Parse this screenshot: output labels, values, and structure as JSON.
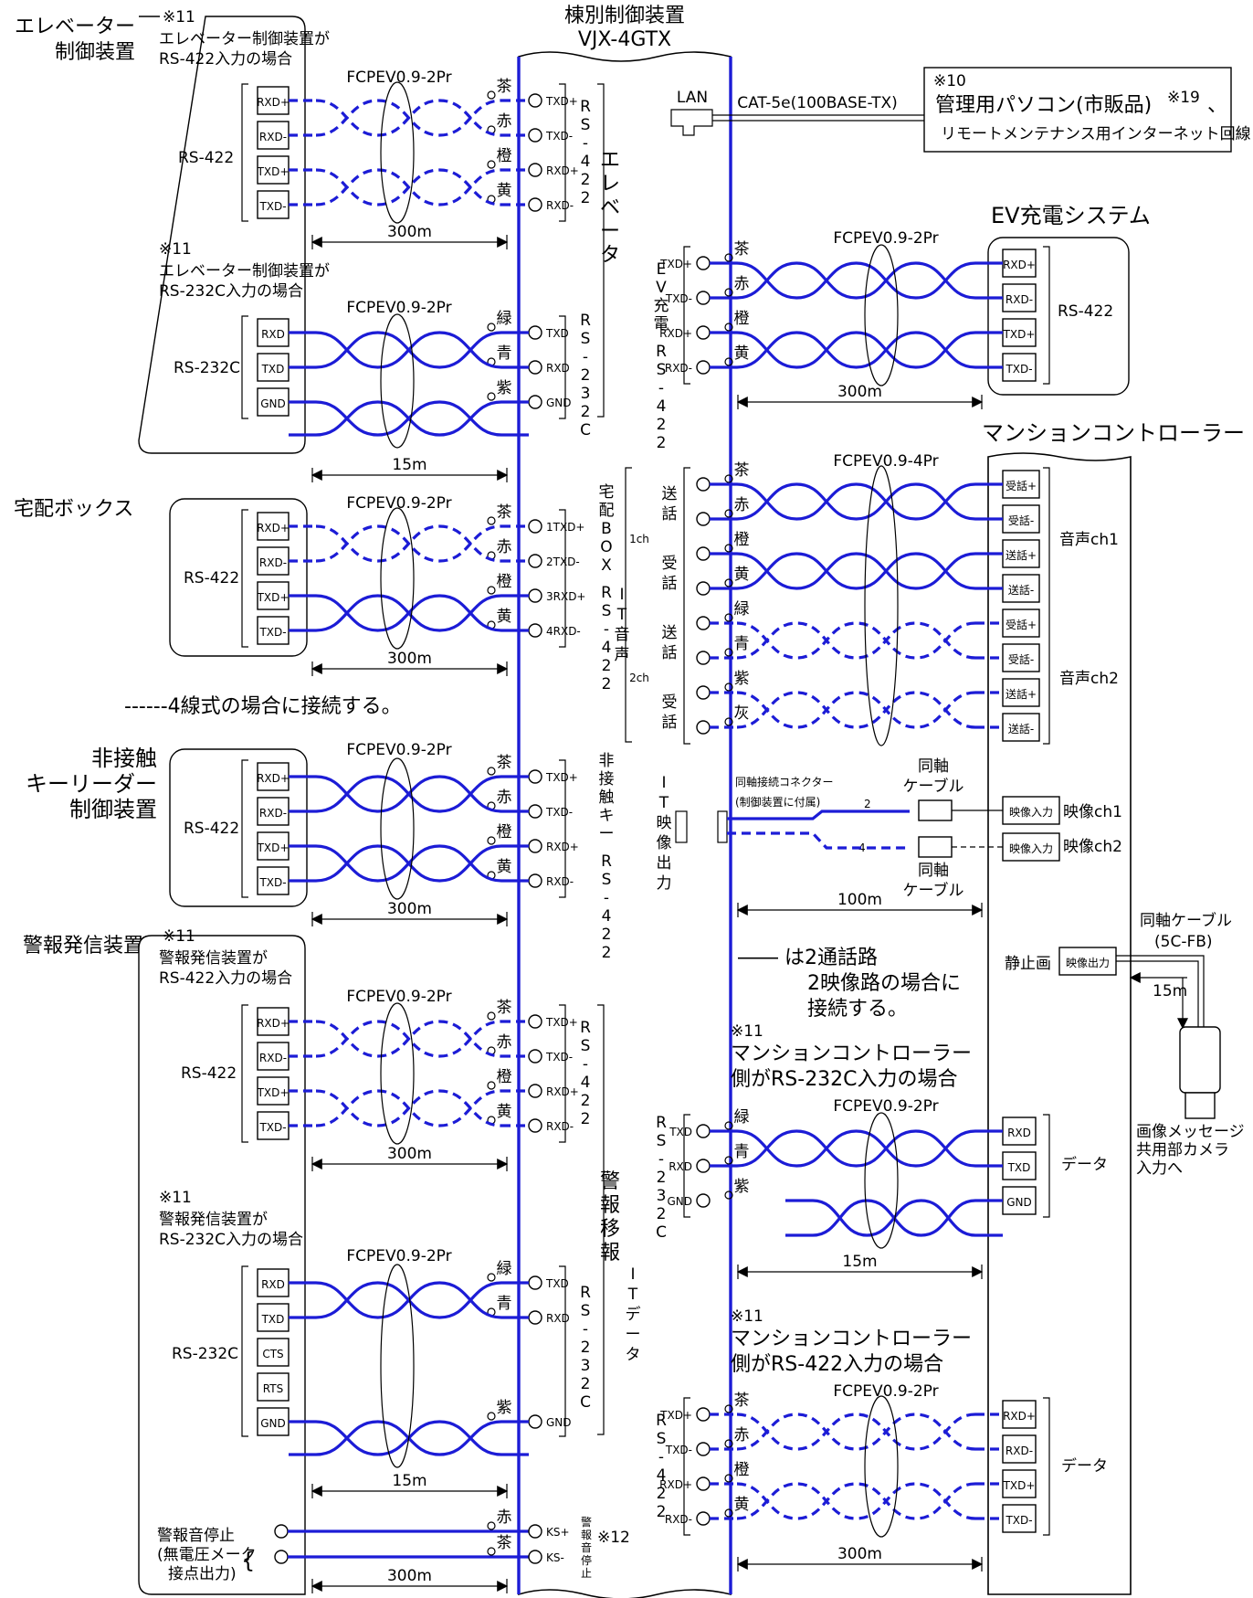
{
  "controller": {
    "title": "棟別制御装置",
    "model": "VJX-4GTX"
  },
  "lan": {
    "label": "LAN",
    "cable": "CAT-5e(100BASE-TX)",
    "note_ref": "※10",
    "pc": "管理用パソコン(市販品)",
    "pc_ref": "※19",
    "pc_sep": "、",
    "remote": "リモートメンテナンス用インターネット回線"
  },
  "cable_labels": {
    "fcpev2": "FCPEV0.9-2Pr",
    "fcpev4": "FCPEV0.9-4Pr"
  },
  "colors": {
    "cha": "茶",
    "aka": "赤",
    "dai": "橙",
    "ki": "黄",
    "midori": "緑",
    "ao": "青",
    "murasaki": "紫",
    "hai": "灰"
  },
  "distances": {
    "d300": "300m",
    "d15": "15m",
    "d100": "100m"
  },
  "pins": {
    "rxd_p": "RXD+",
    "rxd_m": "RXD-",
    "txd_p": "TXD+",
    "txd_m": "TXD-",
    "rxd": "RXD",
    "txd": "TXD",
    "gnd": "GND",
    "cts": "CTS",
    "rts": "RTS",
    "c_txd_p": "TXD+",
    "c_txd_m": "TXD-",
    "c_rxd_p": "RXD+",
    "c_rxd_m": "RXD-",
    "c_txd": "TXD",
    "c_rxd": "RXD",
    "c_gnd": "GND",
    "b1": "1TXD+",
    "b2": "2TXD-",
    "b3": "3RXD+",
    "b4": "4RXD-",
    "ks_p": "KS+",
    "ks_m": "KS-"
  },
  "elevator": {
    "name1": "エレベーター",
    "name2": "制御装置",
    "ref": "※11",
    "case422_1": "エレベーター制御装置が",
    "case422_2": "RS-422入力の場合",
    "case232_1": "エレベーター制御装置が",
    "case232_2": "RS-232C入力の場合",
    "iface422": "RS-422",
    "iface232": "RS-232C",
    "port_rs422": "RS-422",
    "port_rs232": "RS-232C",
    "port_name": "エレベータ"
  },
  "delivery": {
    "name": "宅配ボックス",
    "iface": "RS-422",
    "port": "宅配BOX RS-422"
  },
  "note4wire": "------4線式の場合に接続する。",
  "reader": {
    "name1": "非接触",
    "name2": "キーリーダー",
    "name3": "制御装置",
    "iface": "RS-422",
    "port": "非接触キー RS-422"
  },
  "alarm": {
    "name": "警報発信装置",
    "ref": "※11",
    "case422_1": "警報発信装置が",
    "case422_2": "RS-422入力の場合",
    "case232_1": "警報発信装置が",
    "case232_2": "RS-232C入力の場合",
    "iface422": "RS-422",
    "iface232": "RS-232C",
    "port_rs422": "RS-422",
    "port_rs232": "RS-232C",
    "port_name": "警報移報",
    "stop1": "警報音停止",
    "stop2": "(無電圧メーク",
    "stop3": "接点出力)",
    "stop_port": "警報音停止",
    "stop_ref": "※12"
  },
  "ev": {
    "name": "EV充電システム",
    "port": "EV充電 RS-422",
    "iface": "RS-422"
  },
  "mansion": {
    "name": "マンションコントローラー",
    "voice_port": "IT音声",
    "ch1": "1ch",
    "ch2": "2ch",
    "send": "送話",
    "recv": "受話",
    "juwa_p": "受話+",
    "juwa_m": "受話-",
    "sowa_p": "送話+",
    "sowa_m": "送話-",
    "voice1": "音声ch1",
    "voice2": "音声ch2",
    "video_port": "IT映像出力",
    "conn1": "同軸接続コネクター",
    "conn2": "(制御装置に付属)",
    "n2": "2",
    "n4": "4",
    "coax": "同軸",
    "coax2": "ケーブル",
    "vin": "映像入力",
    "vch1": "映像ch1",
    "vch2": "映像ch2",
    "still": "静止画",
    "vout": "映像出力",
    "coax_cable": "同軸ケーブル",
    "coax_type": "(5C-FB)",
    "note2_1": "―― は2通話路",
    "note2_2": "2映像路の場合に",
    "note2_3": "接続する。",
    "ref": "※11",
    "case232_1": "マンションコントローラー",
    "case232_2": "側がRS-232C入力の場合",
    "case422_1": "マンションコントローラー",
    "case422_2": "側がRS-422入力の場合",
    "data": "データ",
    "data_port": "ITデータ",
    "port_rs232": "RS-232C",
    "port_rs422": "RS-422",
    "cam1": "画像メッセージ",
    "cam2": "共用部カメラ",
    "cam3": "入力へ"
  }
}
